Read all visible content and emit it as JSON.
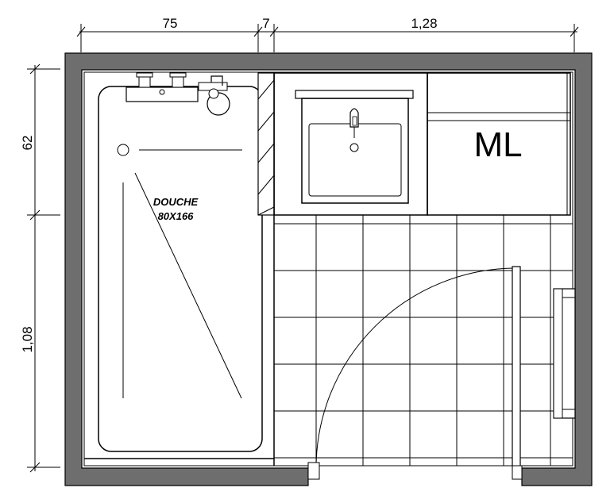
{
  "dimensions": {
    "top": [
      "75",
      "7",
      "1,28"
    ],
    "left": [
      "62",
      "1,08"
    ]
  },
  "shower": {
    "name": "DOUCHE",
    "size": "80X166"
  },
  "appliance": {
    "label": "ML"
  },
  "colors": {
    "wall_fill": "#6e6e6e",
    "line": "#000000",
    "background": "#ffffff"
  }
}
